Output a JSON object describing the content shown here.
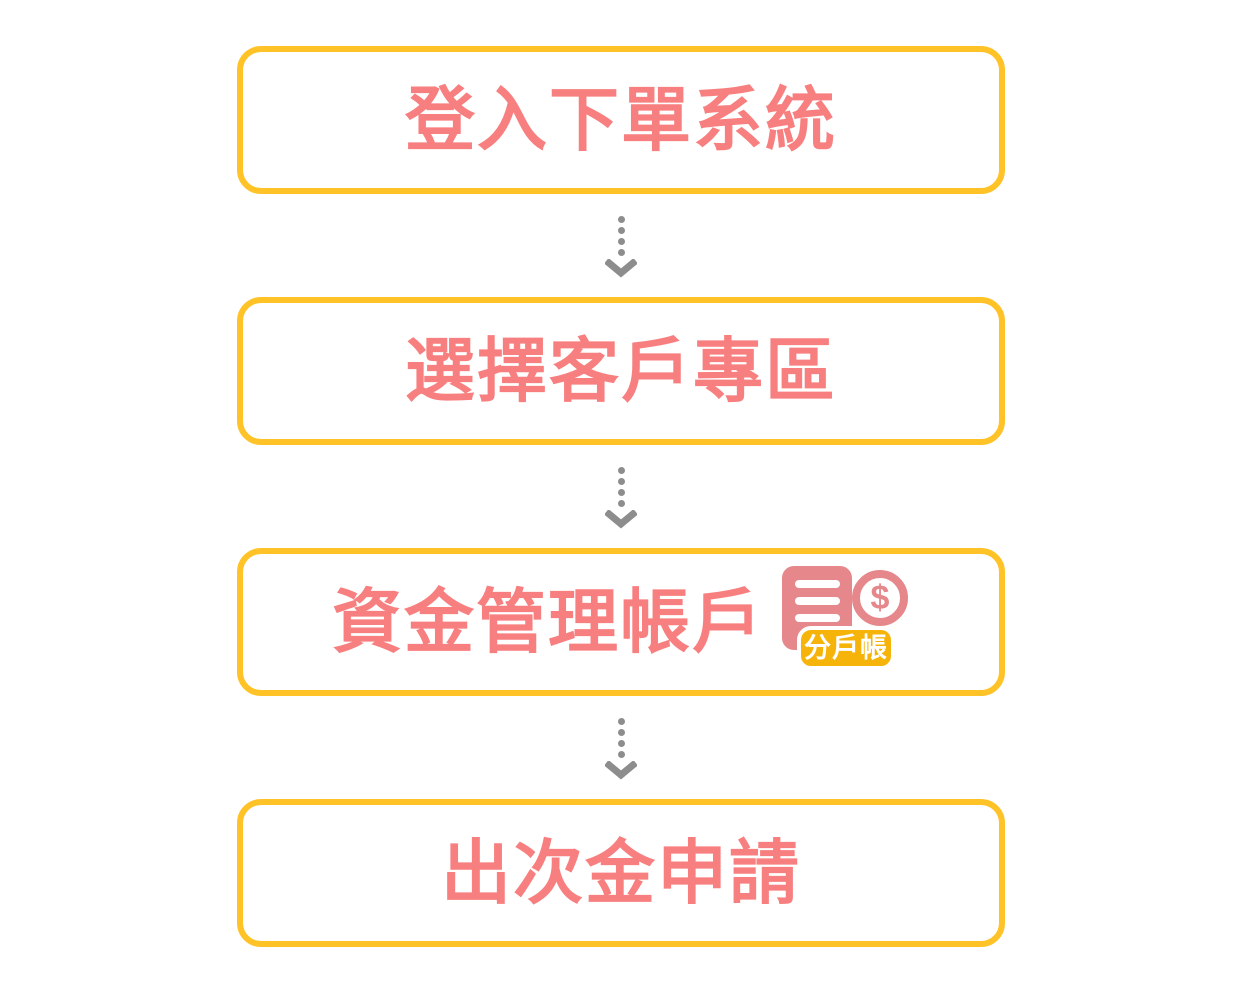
{
  "flow": {
    "steps": [
      {
        "label": "登入下單系統"
      },
      {
        "label": "選擇客戶專區"
      },
      {
        "label": "資金管理帳戶"
      },
      {
        "label": "出次金申請"
      }
    ],
    "icon": {
      "name": "sub-account-ledger",
      "ledger_shape": "document-with-three-lines",
      "dollar_symbol": "$",
      "badge_label": "分戶帳"
    },
    "arrow_icon": "dotted-down-arrow",
    "colors": {
      "box_border": "#ffc227",
      "box_fill": "#ffffff",
      "label_text": "#f87f7f",
      "arrow_gray": "#8d8d8d",
      "icon_pink": "#e5878b",
      "badge_yellow": "#f6b40a",
      "badge_text": "#ffffff",
      "background": "#ffffff"
    }
  }
}
